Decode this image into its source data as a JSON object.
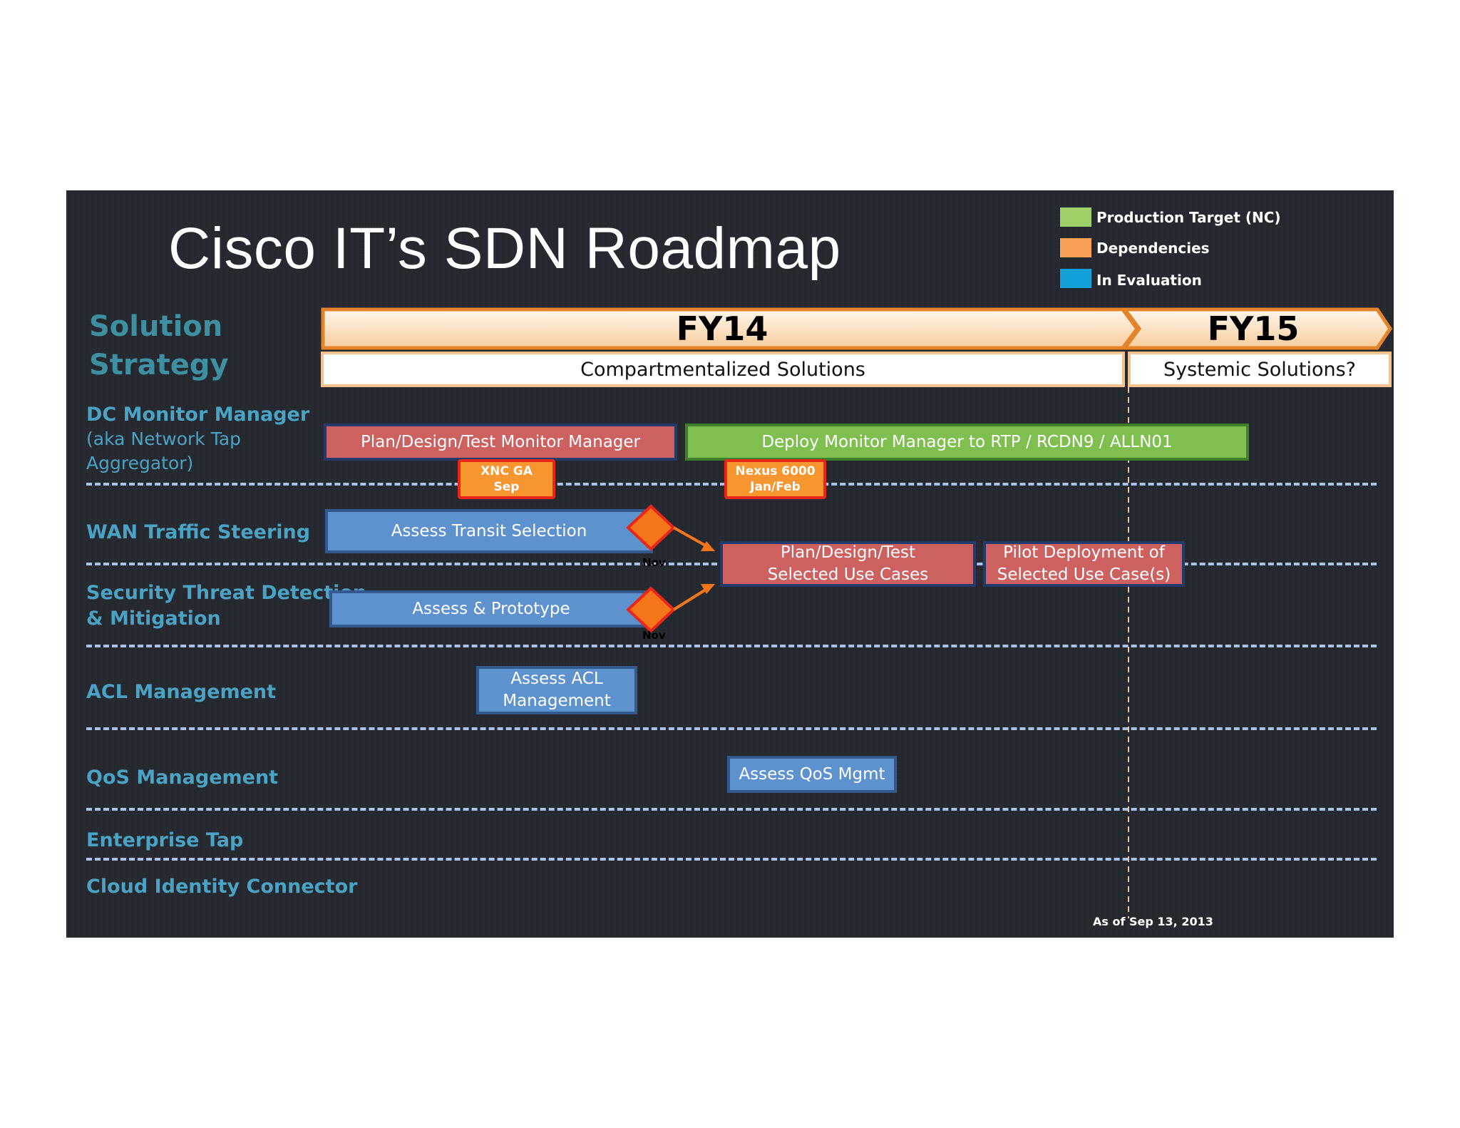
{
  "title": "Cisco IT’s SDN Roadmap",
  "legend": [
    {
      "label": "Production Target (NC)",
      "color": "#9fd068"
    },
    {
      "label": "Dependencies",
      "color": "#f7a055"
    },
    {
      "label": "In Evaluation",
      "color": "#12a1d8"
    }
  ],
  "header": {
    "strategy_line1": "Solution",
    "strategy_line2": "Strategy",
    "fy14": "FY14",
    "fy15": "FY15",
    "phase_fy14": "Compartmentalized Solutions",
    "phase_fy15": "Systemic Solutions?"
  },
  "rows": {
    "dc_monitor": {
      "label": "DC Monitor Manager",
      "sub1": "(aka Network Tap",
      "sub2": "Aggregator)"
    },
    "wan": {
      "label": "WAN Traffic Steering"
    },
    "security": {
      "label1": "Security Threat Detection",
      "label2": "& Mitigation"
    },
    "acl": {
      "label": "ACL Management"
    },
    "qos": {
      "label": "QoS Management"
    },
    "enterprise_tap": {
      "label": "Enterprise Tap"
    },
    "cloud_identity": {
      "label": "Cloud Identity Connector"
    }
  },
  "bars": {
    "plan_monitor": "Plan/Design/Test Monitor Manager",
    "deploy_monitor": "Deploy Monitor Manager to RTP / RCDN9 / ALLN01",
    "assess_transit": "Assess Transit Selection",
    "assess_prototype": "Assess & Prototype",
    "plan_usecases_1": "Plan/Design/Test",
    "plan_usecases_2": "Selected Use Cases",
    "pilot_1": "Pilot Deployment of",
    "pilot_2": "Selected Use Case(s)",
    "acl_1": "Assess ACL",
    "acl_2": "Management",
    "qos": "Assess QoS Mgmt"
  },
  "dependencies": {
    "xnc_1": "XNC GA",
    "xnc_2": "Sep",
    "nexus_1": "Nexus 6000",
    "nexus_2": "Jan/Feb"
  },
  "milestones": {
    "nov_1": "Nov",
    "nov_2": "Nov"
  },
  "as_of": "As of Sep 13, 2013"
}
